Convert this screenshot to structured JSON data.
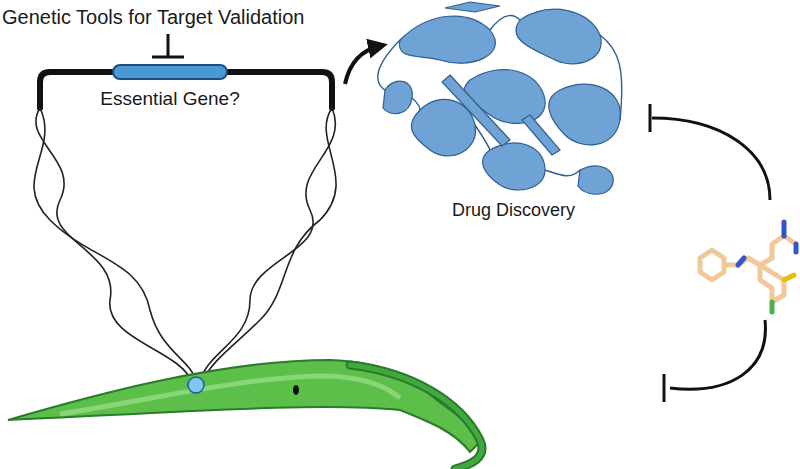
{
  "diagram": {
    "nodes": [
      {
        "text": [
          "Essential Gene?"
        ]
      }
    ],
    "labels": [
      "Genetic Tools for Target Validation",
      "Drug Discovery"
    ]
  }
}
